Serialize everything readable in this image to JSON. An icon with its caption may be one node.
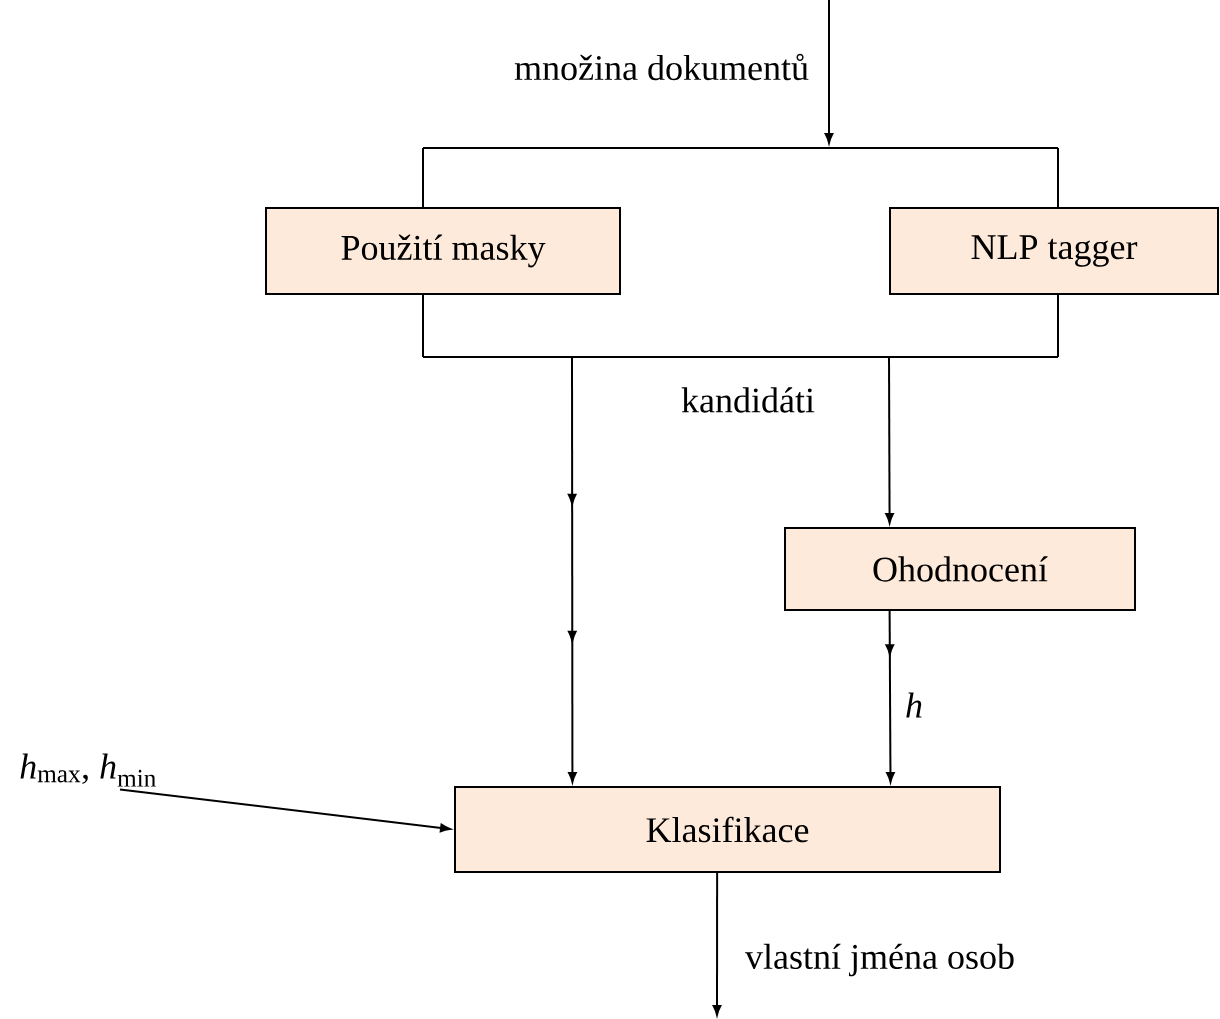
{
  "diagram": {
    "nodes": [
      {
        "text": [],
        "shape": "bar"
      },
      {
        "text": [
          "Použití masky"
        ]
      },
      {
        "text": [
          "NLP tagger"
        ]
      },
      {
        "text": [],
        "shape": "bar"
      },
      {
        "text": [
          "Ohodnocení"
        ]
      },
      {
        "text": [
          "Klasifikace"
        ]
      },
      {
        "text": [
          "*h*$_{max}$, *h*$_{min}$"
        ]
      }
    ],
    "edges": [
      {
        "from": null,
        "to": 0,
        "arrow": "to",
        "label": "množina dokumentů"
      },
      {
        "from": 0,
        "to": 1,
        "arrow": "none"
      },
      {
        "from": 0,
        "to": 2,
        "arrow": "none"
      },
      {
        "from": 1,
        "to": 3,
        "arrow": "none"
      },
      {
        "from": 2,
        "to": 3,
        "arrow": "none"
      },
      {
        "from": 3,
        "to": 5,
        "arrow": "to"
      },
      {
        "from": 3,
        "to": 4,
        "arrow": "to",
        "label": "kandidáti"
      },
      {
        "from": 4,
        "to": 5,
        "arrow": "to",
        "label": "h"
      },
      {
        "from": 6,
        "to": 5,
        "arrow": "to"
      },
      {
        "from": 5,
        "to": null,
        "arrow": "to",
        "label": "vlastní jména osob"
      }
    ]
  }
}
